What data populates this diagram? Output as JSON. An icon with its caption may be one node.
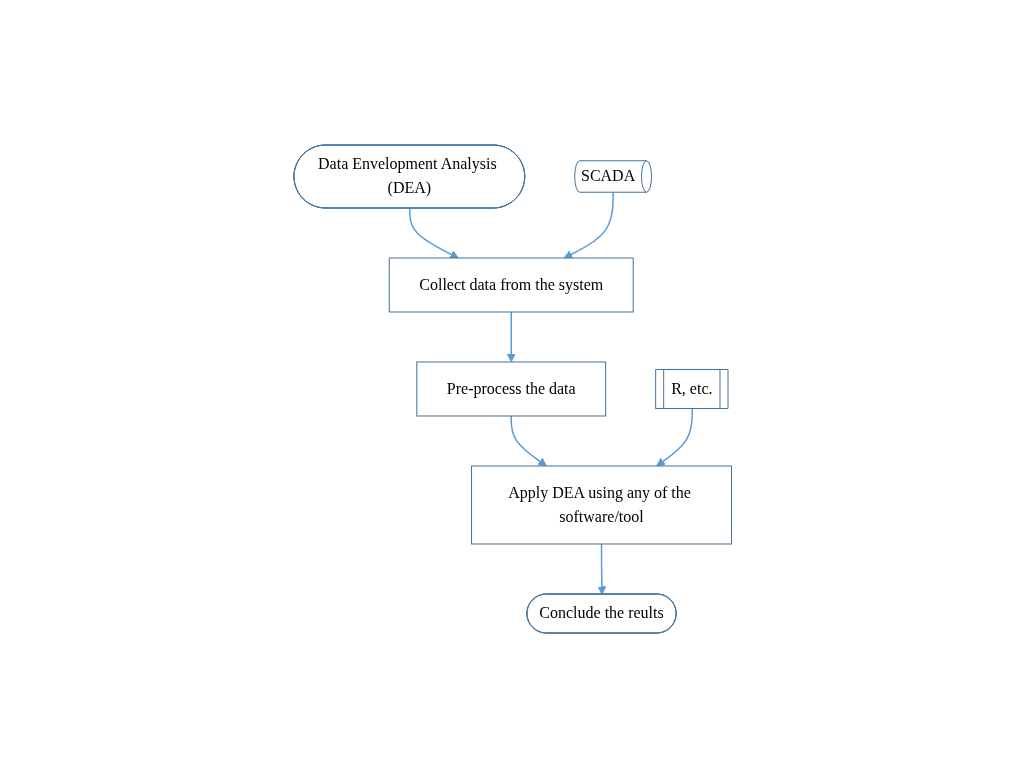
{
  "diagram": {
    "nodes": [
      {
        "text": [
          "Data Envelopment Analysis (DEA)"
        ]
      },
      {
        "text": [
          "Collect data from the system"
        ]
      },
      {
        "text": [
          "SCADA"
        ]
      },
      {
        "text": [
          "Pre-process the data"
        ]
      },
      {
        "text": [
          "Apply DEA using any of the software/tool"
        ]
      },
      {
        "text": [
          "R, etc."
        ]
      },
      {
        "text": [
          "Conclude the reults"
        ]
      }
    ],
    "edges": [
      {
        "from": 0,
        "to": 1,
        "arrow": "to"
      },
      {
        "from": 2,
        "to": 1,
        "arrow": "to"
      },
      {
        "from": 1,
        "to": 3,
        "arrow": "to"
      },
      {
        "from": 3,
        "to": 4,
        "arrow": "to"
      },
      {
        "from": 5,
        "to": 4,
        "arrow": "to"
      },
      {
        "from": 4,
        "to": 6,
        "arrow": "to"
      }
    ]
  }
}
